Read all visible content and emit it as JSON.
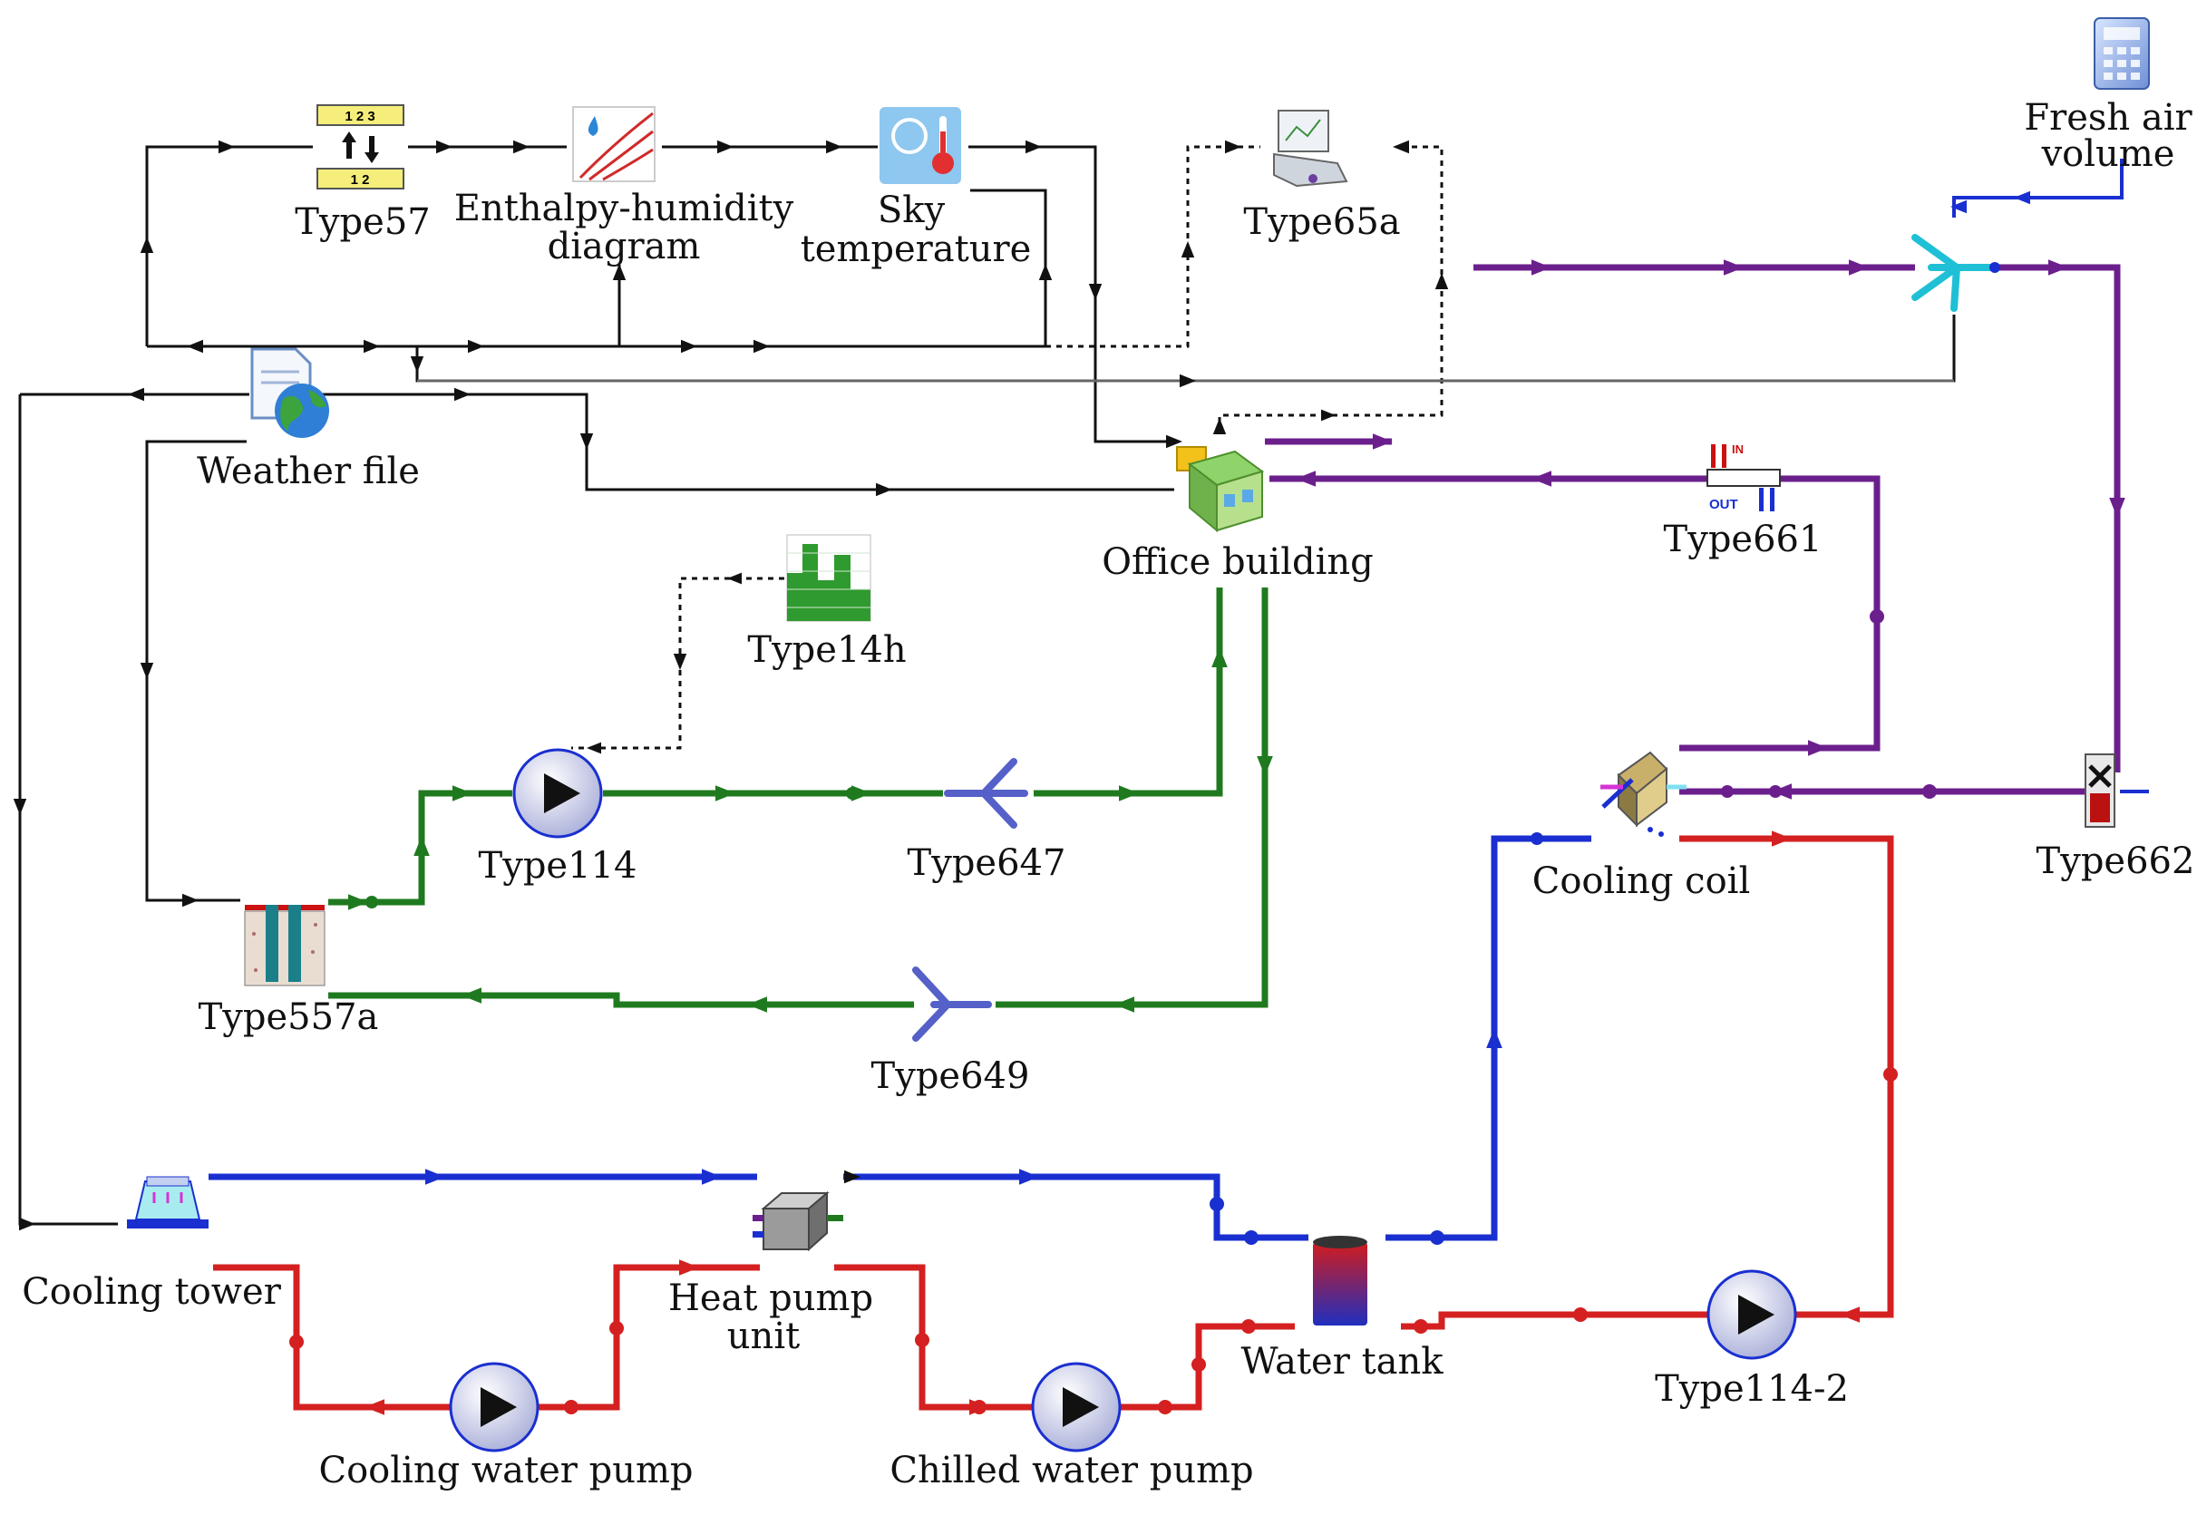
{
  "labels": {
    "type57": "Type57",
    "enthalpy": [
      "Enthalpy-humidity",
      "diagram"
    ],
    "sky": [
      "Sky",
      "temperature"
    ],
    "type65a": "Type65a",
    "fresh_air": [
      "Fresh air",
      "volume"
    ],
    "weather": "Weather file",
    "office": "Office building",
    "type661": "Type661",
    "type14h": "Type14h",
    "type114": "Type114",
    "type647": "Type647",
    "cooling_coil": "Cooling coil",
    "type662": "Type662",
    "type557a": "Type557a",
    "type649": "Type649",
    "cooling_tower": "Cooling tower",
    "heat_pump": [
      "Heat pump",
      "unit"
    ],
    "water_tank": "Water tank",
    "type114_2": "Type114-2",
    "cw_pump": "Cooling water pump",
    "chw_pump": "Chilled water pump"
  },
  "icon_text": {
    "type57_top": "1 2 3",
    "type57_bottom": "1 2",
    "type661_in": "IN",
    "type661_out": "OUT"
  },
  "colors": {
    "control": "#111111",
    "air": "#6b1f8c",
    "ground_loop": "#1f7a1f",
    "cold_water": "#1a2fd0",
    "warm_water": "#d42020",
    "reference": "#666666"
  }
}
